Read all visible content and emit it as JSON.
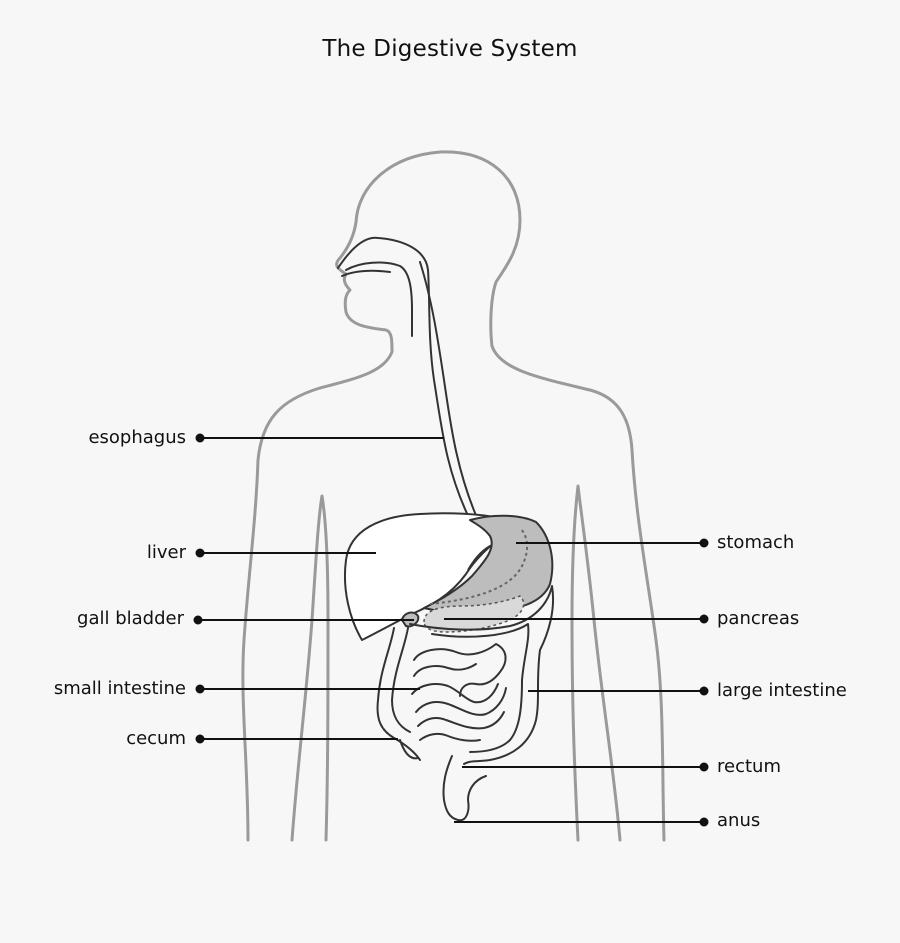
{
  "title": "The Digestive System",
  "labels": {
    "esophagus": "esophagus",
    "liver": "liver",
    "gall_bladder": "gall bladder",
    "small_intestine": "small intestine",
    "cecum": "cecum",
    "stomach": "stomach",
    "pancreas": "pancreas",
    "large_intestine": "large intestine",
    "rectum": "rectum",
    "anus": "anus"
  },
  "colors": {
    "outline": "#9a9a9a",
    "organ_stroke": "#333333",
    "organ_fill": "#ffffff",
    "stomach_fill": "#bdbdbd",
    "pancreas_fill": "#d9d9d9",
    "leader": "#111111"
  }
}
